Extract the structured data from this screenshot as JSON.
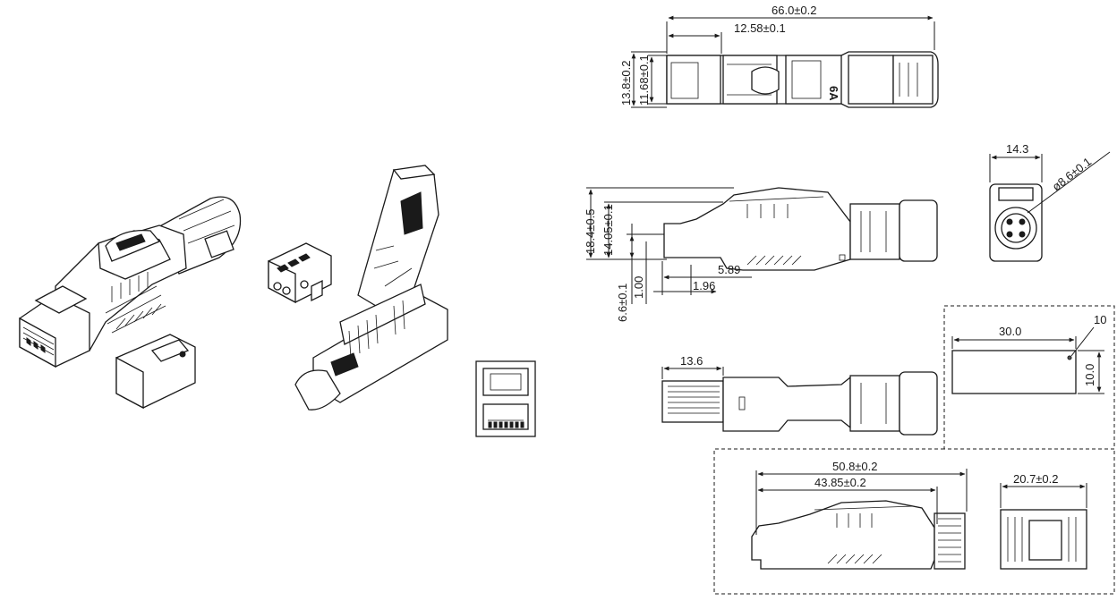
{
  "dimensions": {
    "top_overall_length": "66.0±0.2",
    "top_plug_length": "12.58±0.1",
    "top_height_outer": "13.8±0.2",
    "top_height_inner": "11.68±0.1",
    "top_label": "6A",
    "side_height_total": "18.4±0.5",
    "side_height_body": "14.05±0.1",
    "side_plug_height": "6.6±0.1",
    "side_offset": "1.00",
    "side_len_a": "5.89",
    "side_len_b": "1.96",
    "end_width": "14.3",
    "end_cable_dia": "ø8.6±0.1",
    "bottom_plug_length": "13.6",
    "label_width": "30.0",
    "label_height": "10.0",
    "label_callout": "10",
    "alt_overall_length": "50.8±0.2",
    "alt_body_length": "43.85±0.2",
    "alt_width": "20.7±0.2"
  }
}
